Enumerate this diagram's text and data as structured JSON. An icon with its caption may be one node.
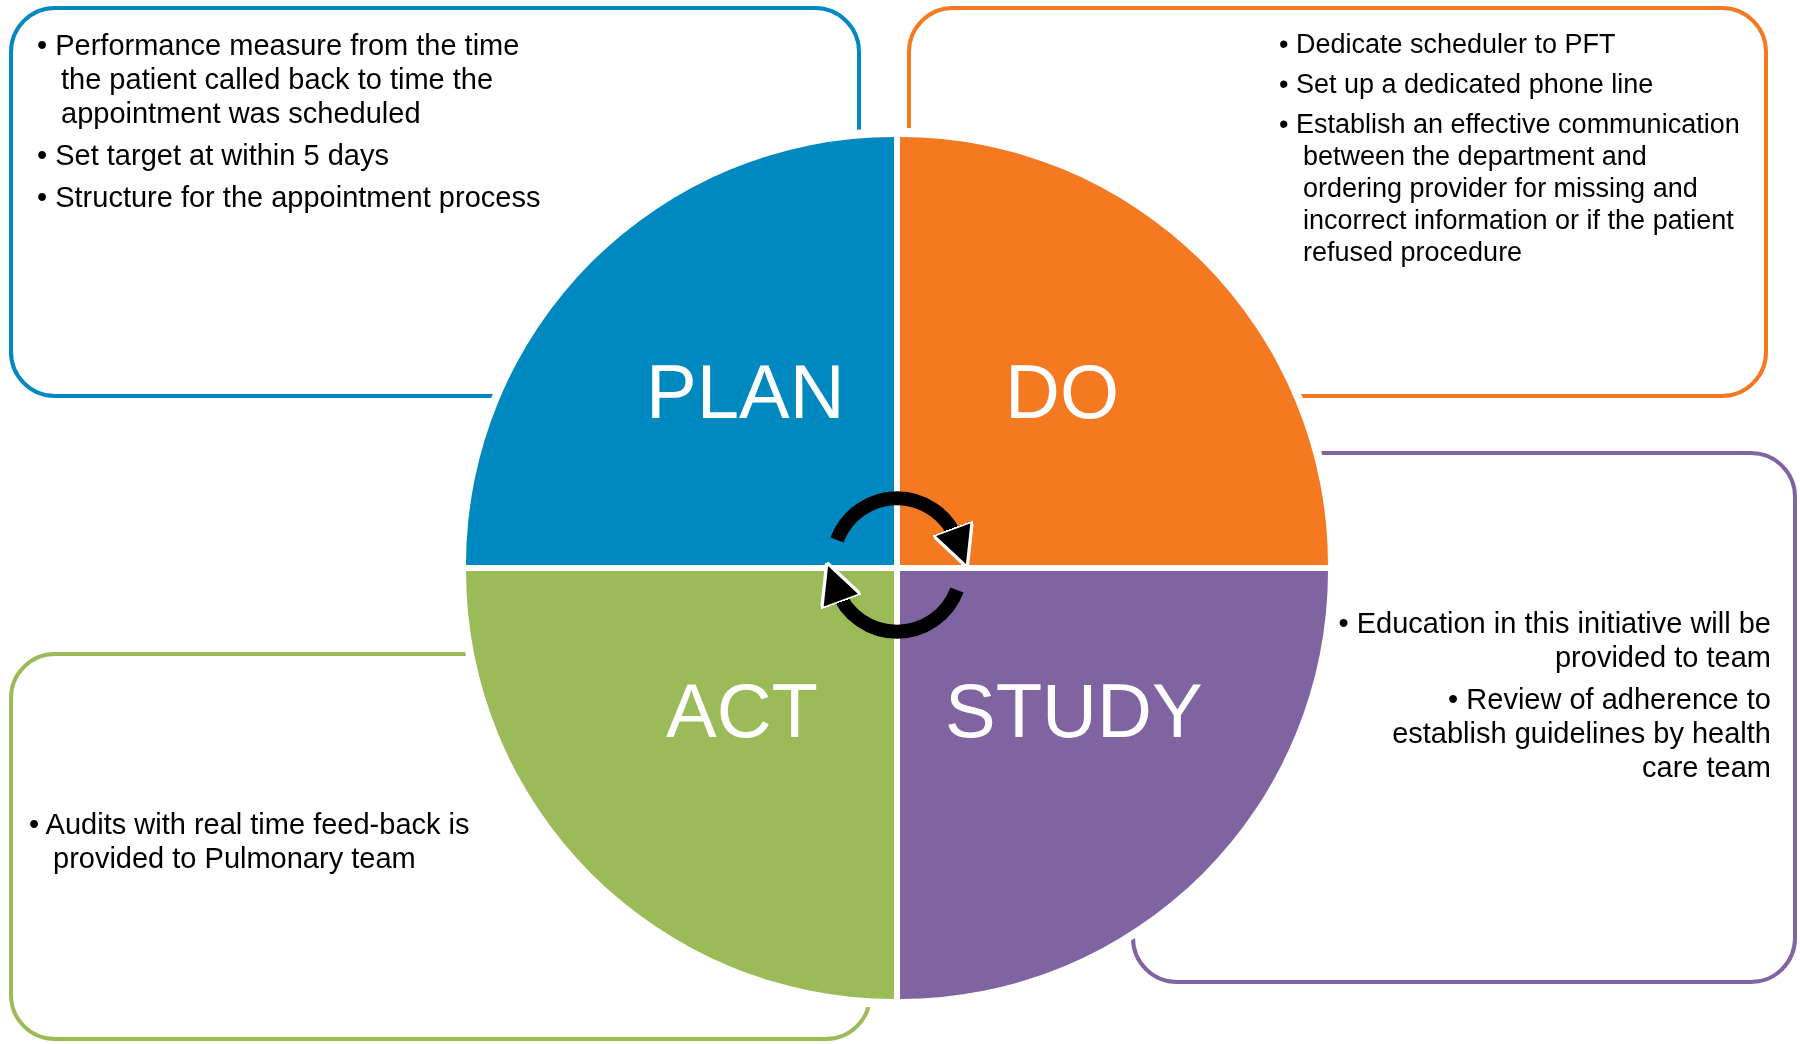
{
  "diagram": {
    "nodes": [
      {
        "text": [
          "• Performance measure from the time the patient called back to time the appointment was scheduled",
          "• Set target at within 5 days",
          "• Structure for the appointment process"
        ]
      },
      {
        "text": [
          "• Dedicate scheduler to PFT",
          "• Set up a dedicated phone line",
          "• Establish an effective communication between the department and ordering provider for missing and incorrect information or if the patient refused procedure"
        ]
      },
      {
        "text": [
          "PLAN"
        ]
      },
      {
        "text": [
          "DO"
        ]
      },
      {
        "text": [
          "ACT"
        ]
      },
      {
        "text": [
          "STUDY"
        ]
      },
      {
        "text": [
          "• Education in this initiative will be provided to team",
          "• Review of adherence to establish guidelines by health care team"
        ]
      },
      {
        "text": [
          "• Audits with real time feed-back is provided to Pulmonary team"
        ]
      }
    ],
    "edges": [
      {
        "from": 2,
        "to": 3,
        "arrow": "to"
      },
      {
        "from": 5,
        "to": 4,
        "arrow": "to"
      }
    ]
  }
}
